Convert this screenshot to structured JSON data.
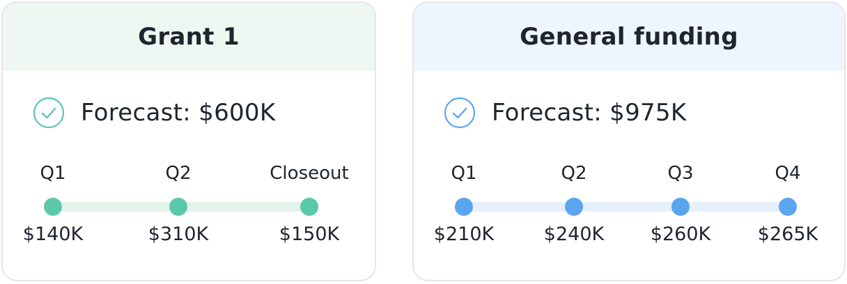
{
  "cards": [
    {
      "id": "card-grant",
      "title": "Grant 1",
      "header_bg": "#eef7f1",
      "accent": "#5cc8aa",
      "track_color": "#e3f3ec",
      "check_icon": "check-circle-icon",
      "forecast": "Forecast: $600K",
      "milestones": [
        {
          "label": "Q1",
          "value": "$140K"
        },
        {
          "label": "Q2",
          "value": "$310K"
        },
        {
          "label": "Closeout",
          "value": "$150K"
        }
      ]
    },
    {
      "id": "card-general",
      "title": "General funding",
      "header_bg": "#edf5fd",
      "accent": "#5aa6ee",
      "track_color": "#e6f0fb",
      "check_icon": "check-circle-icon",
      "forecast": "Forecast: $975K",
      "milestones": [
        {
          "label": "Q1",
          "value": "$210K"
        },
        {
          "label": "Q2",
          "value": "$240K"
        },
        {
          "label": "Q3",
          "value": "$260K"
        },
        {
          "label": "Q4",
          "value": "$265K"
        }
      ]
    }
  ]
}
